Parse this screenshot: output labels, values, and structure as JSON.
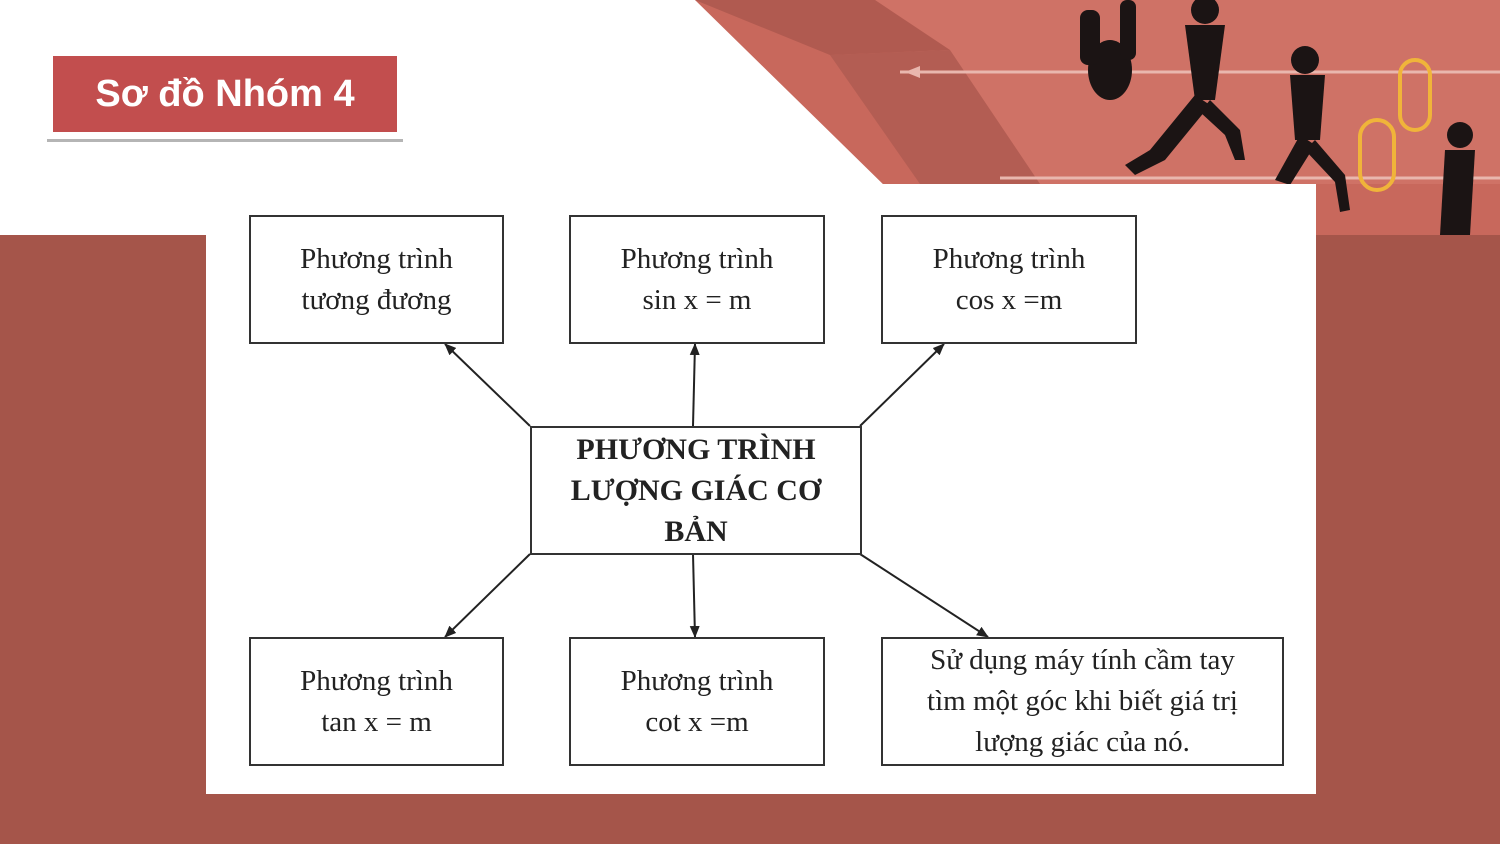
{
  "slide": {
    "title": "Sơ đồ Nhóm 4"
  },
  "diagram": {
    "center": {
      "lines": [
        "PHƯƠNG TRÌNH",
        "LƯỢNG GIÁC CƠ",
        "BẢN"
      ]
    },
    "nodes": {
      "top_left": {
        "lines": [
          "Phương trình",
          "tương đương"
        ]
      },
      "top_middle": {
        "lines": [
          "Phương trình",
          "sin x = m"
        ]
      },
      "top_right": {
        "lines": [
          "Phương trình",
          "cos x =m"
        ]
      },
      "bottom_left": {
        "lines": [
          "Phương trình",
          "tan x = m"
        ]
      },
      "bottom_middle": {
        "lines": [
          "Phương trình",
          "cot x =m"
        ]
      },
      "bottom_right": {
        "lines": [
          "Sử dụng máy tính cầm tay",
          "tìm một góc khi biết giá trị",
          "lượng giác của nó."
        ]
      }
    }
  },
  "colors": {
    "accent": "#c24e4e",
    "background_band": "#a5554a",
    "track": "#c8685c"
  }
}
